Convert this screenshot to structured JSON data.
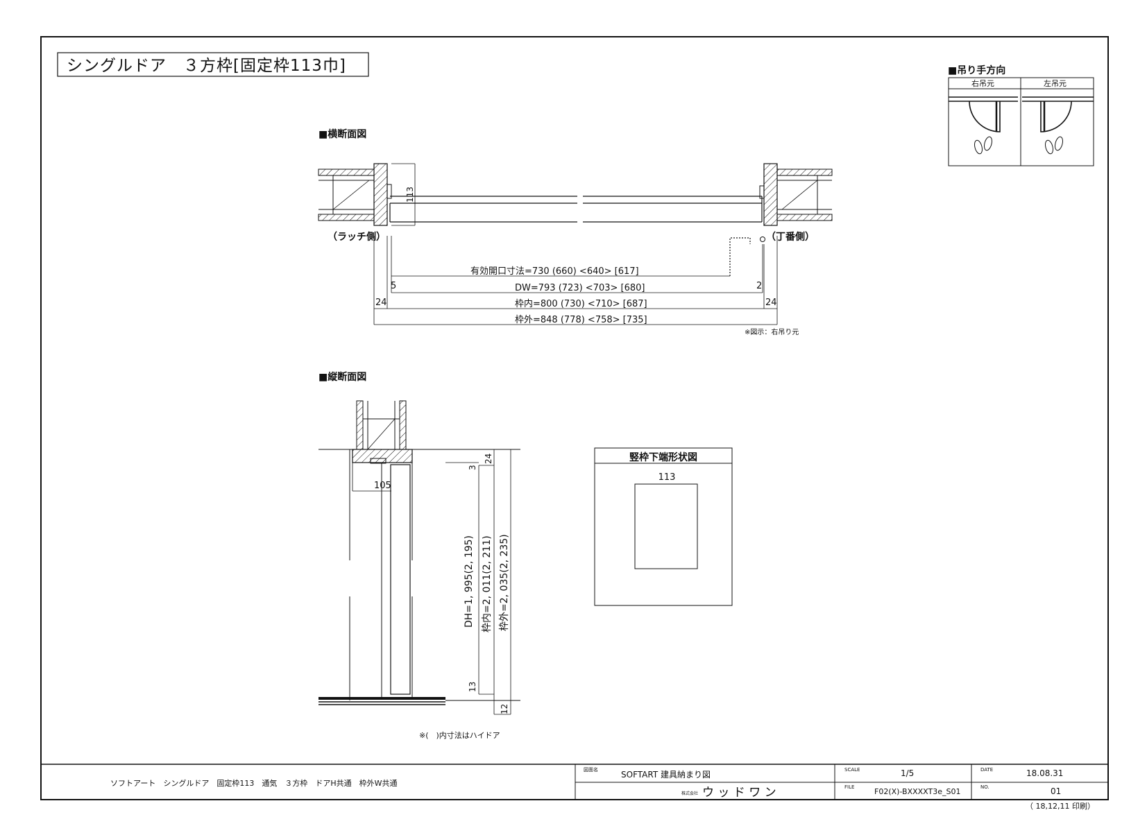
{
  "title": "シングルドア　３方枠[固定枠113巾]",
  "swing_direction": {
    "heading": "■吊り手方向",
    "right_label": "右吊元",
    "left_label": "左吊元"
  },
  "horizontal_section": {
    "heading": "■横断面図",
    "latch_side": "（ラッチ側）",
    "hinge_side": "（丁番側）",
    "frame_depth": "113",
    "dim_effective_opening": "有効開口寸法=730 (660) <640> [617]",
    "dim_dw": "DW=793 (723) <703> [680]",
    "dim_frame_inner": "枠内=800 (730) <710> [687]",
    "dim_frame_outer": "枠外=848 (778) <758> [735]",
    "gap_left": "5",
    "gap_right": "2",
    "frame_left": "24",
    "frame_right": "24",
    "note": "※図示：右吊り元"
  },
  "vertical_section": {
    "heading": "■縦断面図",
    "dim_top_frame": "24",
    "dim_top_gap": "3",
    "dim_head": "105",
    "dim_dh": "DH=1, 995(2, 195)",
    "dim_frame_inner": "枠内=2, 011(2, 211)",
    "dim_frame_outer": "枠外=2, 035(2, 235)",
    "dim_bottom_gap": "13",
    "dim_floor": "12",
    "note": "※(　)内寸法はハイドア"
  },
  "stile_bottom": {
    "title": "竪枠下端形状図",
    "width": "113"
  },
  "title_block": {
    "description": "ソフトアート　シングルドア　固定枠113　通気　３方枠　ドアH共通　枠外W共通",
    "drawing_name_label": "図面名",
    "drawing_name": "SOFTART 建具納まり図",
    "company_prefix": "株式会社",
    "company": "ウ ッ ド ワ ン",
    "scale_label": "SCALE",
    "scale": "1/5",
    "date_label": "DATE",
    "date": "18.08.31",
    "file_label": "FILE",
    "file": "F02(X)-BXXXXT3e_S01",
    "no_label": "NO.",
    "no": "01",
    "printed": "（ 18,12,11 印刷）"
  }
}
